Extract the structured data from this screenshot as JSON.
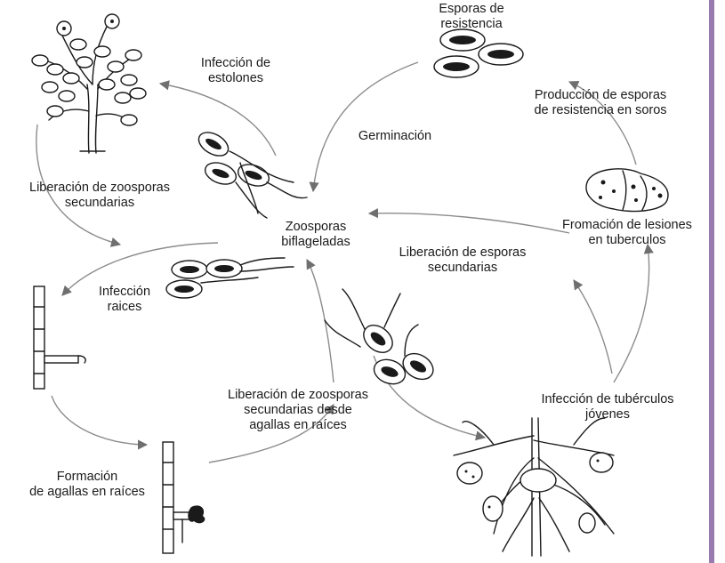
{
  "colors": {
    "frame_bar": "#9a7bb0",
    "ink": "#1a1a1a",
    "arrow": "#8c8c8c"
  },
  "labels": {
    "esporas_resistencia": [
      "Esporas de",
      "resistencia"
    ],
    "infeccion_estolones": [
      "Infección de",
      "estolones"
    ],
    "produccion_esporas": [
      "Producción de esporas",
      "de resistencia en soros"
    ],
    "germinacion": [
      "Germinación"
    ],
    "liberacion_zoosporas_sec": [
      "Liberación de zoosporas",
      "secundarias"
    ],
    "zoosporas_biflageladas": [
      "Zoosporas",
      "biflageladas"
    ],
    "formacion_lesiones": [
      "Fromación de lesiones",
      "en tuberculos"
    ],
    "liberacion_esporas_sec": [
      "Liberación de esporas",
      "secundarias"
    ],
    "infeccion_raices": [
      "Infección",
      "raices"
    ],
    "liberacion_zoosporas_agallas": [
      "Liberación de zoosporas",
      "secundarias desde",
      "agallas en raíces"
    ],
    "infeccion_tuberculos": [
      "Infección de tubérculos",
      "jóvenes"
    ],
    "formacion_agallas": [
      "Formación",
      "de agallas en raíces"
    ]
  }
}
